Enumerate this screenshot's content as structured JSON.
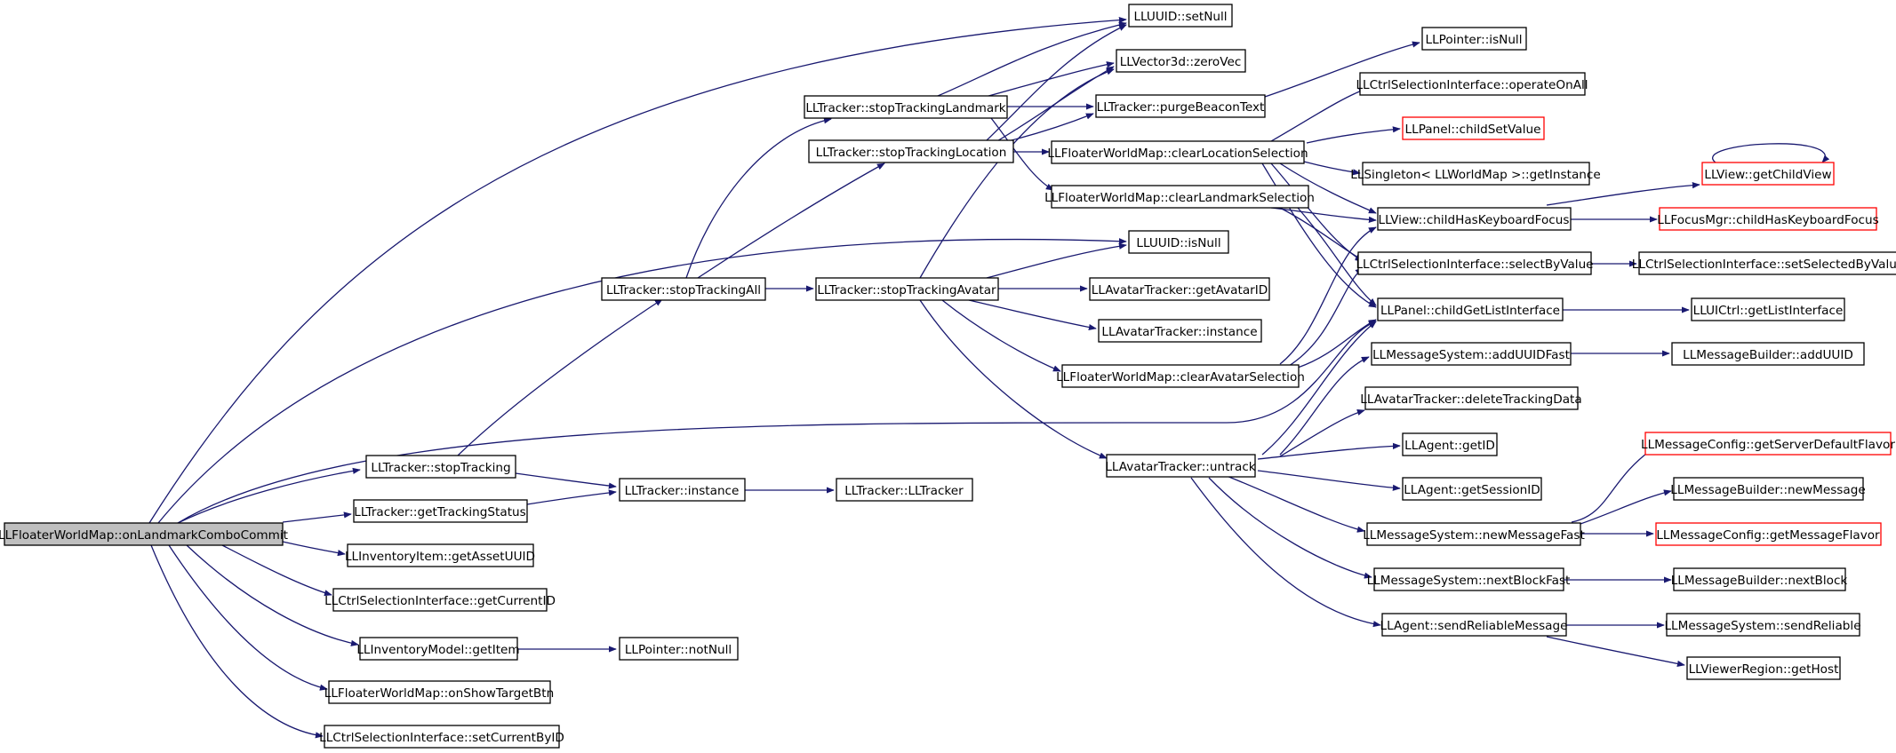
{
  "graph": {
    "root": "LLFloaterWorldMap::onLandmarkComboCommit",
    "nodes": [
      {
        "id": "root",
        "label": "LLFloaterWorldMap::onLandmarkComboCommit",
        "root": true
      },
      {
        "id": "stopTracking",
        "label": "LLTracker::stopTracking"
      },
      {
        "id": "getTrackingStatus",
        "label": "LLTracker::getTrackingStatus"
      },
      {
        "id": "getAssetUUID",
        "label": "LLInventoryItem::getAssetUUID"
      },
      {
        "id": "getCurrentID",
        "label": "LLCtrlSelectionInterface::getCurrentID"
      },
      {
        "id": "getItem",
        "label": "LLInventoryModel::getItem"
      },
      {
        "id": "onShowTargetBtn",
        "label": "LLFloaterWorldMap::onShowTargetBtn"
      },
      {
        "id": "setCurrentByID",
        "label": "LLCtrlSelectionInterface::setCurrentByID"
      },
      {
        "id": "stopTrackingAll",
        "label": "LLTracker::stopTrackingAll"
      },
      {
        "id": "trackerInstance",
        "label": "LLTracker::instance"
      },
      {
        "id": "notNull",
        "label": "LLPointer::notNull"
      },
      {
        "id": "stopTrackingLandmark",
        "label": "LLTracker::stopTrackingLandmark"
      },
      {
        "id": "stopTrackingLocation",
        "label": "LLTracker::stopTrackingLocation"
      },
      {
        "id": "stopTrackingAvatar",
        "label": "LLTracker::stopTrackingAvatar"
      },
      {
        "id": "LLTrackerCtor",
        "label": "LLTracker::LLTracker"
      },
      {
        "id": "uuidSetNull",
        "label": "LLUUID::setNull"
      },
      {
        "id": "zeroVec",
        "label": "LLVector3d::zeroVec"
      },
      {
        "id": "purgeBeaconText",
        "label": "LLTracker::purgeBeaconText"
      },
      {
        "id": "clearLocationSelection",
        "label": "LLFloaterWorldMap::clearLocationSelection"
      },
      {
        "id": "clearLandmarkSelection",
        "label": "LLFloaterWorldMap::clearLandmarkSelection"
      },
      {
        "id": "uuidIsNull",
        "label": "LLUUID::isNull"
      },
      {
        "id": "getAvatarID",
        "label": "LLAvatarTracker::getAvatarID"
      },
      {
        "id": "avatarTrackerInstance",
        "label": "LLAvatarTracker::instance"
      },
      {
        "id": "clearAvatarSelection",
        "label": "LLFloaterWorldMap::clearAvatarSelection"
      },
      {
        "id": "untrack",
        "label": "LLAvatarTracker::untrack"
      },
      {
        "id": "pointerIsNull",
        "label": "LLPointer::isNull"
      },
      {
        "id": "operateOnAll",
        "label": "LLCtrlSelectionInterface::operateOnAll"
      },
      {
        "id": "childSetValue",
        "label": "LLPanel::childSetValue",
        "red": true
      },
      {
        "id": "getInstance",
        "label": "LLSingleton< LLWorldMap >::getInstance"
      },
      {
        "id": "childHasKeyboardFocus",
        "label": "LLView::childHasKeyboardFocus"
      },
      {
        "id": "selectByValue",
        "label": "LLCtrlSelectionInterface::selectByValue"
      },
      {
        "id": "childGetListInterface",
        "label": "LLPanel::childGetListInterface"
      },
      {
        "id": "addUUIDFast",
        "label": "LLMessageSystem::addUUIDFast"
      },
      {
        "id": "deleteTrackingData",
        "label": "LLAvatarTracker::deleteTrackingData"
      },
      {
        "id": "agentGetID",
        "label": "LLAgent::getID"
      },
      {
        "id": "getSessionID",
        "label": "LLAgent::getSessionID"
      },
      {
        "id": "newMessageFast",
        "label": "LLMessageSystem::newMessageFast"
      },
      {
        "id": "nextBlockFast",
        "label": "LLMessageSystem::nextBlockFast"
      },
      {
        "id": "sendReliableMessage",
        "label": "LLAgent::sendReliableMessage"
      },
      {
        "id": "getChildView",
        "label": "LLView::getChildView",
        "red": true
      },
      {
        "id": "focusMgrChildHasKeyboardFocus",
        "label": "LLFocusMgr::childHasKeyboardFocus",
        "red": true
      },
      {
        "id": "setSelectedByValue",
        "label": "LLCtrlSelectionInterface::setSelectedByValue"
      },
      {
        "id": "getListInterface",
        "label": "LLUICtrl::getListInterface"
      },
      {
        "id": "builderAddUUID",
        "label": "LLMessageBuilder::addUUID"
      },
      {
        "id": "getServerDefaultFlavor",
        "label": "LLMessageConfig::getServerDefaultFlavor",
        "red": true
      },
      {
        "id": "builderNewMessage",
        "label": "LLMessageBuilder::newMessage"
      },
      {
        "id": "getMessageFlavor",
        "label": "LLMessageConfig::getMessageFlavor",
        "red": true
      },
      {
        "id": "builderNextBlock",
        "label": "LLMessageBuilder::nextBlock"
      },
      {
        "id": "sendReliable",
        "label": "LLMessageSystem::sendReliable"
      },
      {
        "id": "getHost",
        "label": "LLViewerRegion::getHost"
      }
    ]
  }
}
